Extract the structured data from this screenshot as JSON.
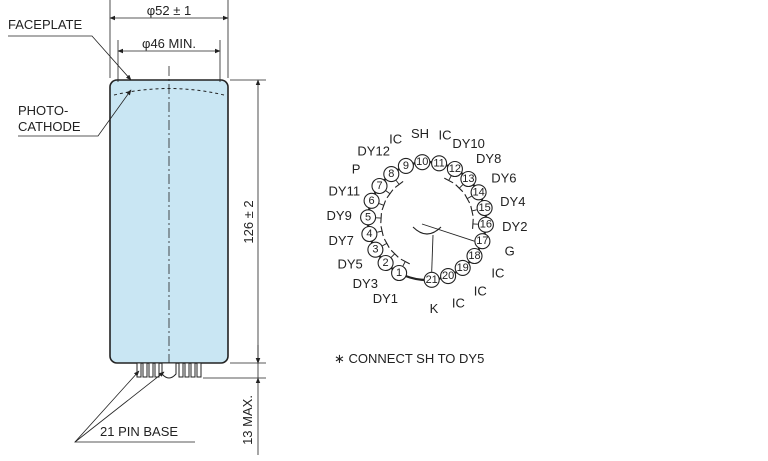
{
  "tube": {
    "faceplate_label": "FACEPLATE",
    "photocathode_label_1": "PHOTO-",
    "photocathode_label_2": "CATHODE",
    "pin_base_label": "21 PIN BASE",
    "dim_outer": "φ52 ± 1",
    "dim_inner": "φ46 MIN.",
    "dim_length": "126 ± 2",
    "dim_base": "13 MAX.",
    "body_color": "#c9e6f3"
  },
  "base_diagram": {
    "note": "∗ CONNECT SH TO DY5",
    "pins": [
      {
        "num": "1",
        "label": "DY1"
      },
      {
        "num": "2",
        "label": "DY3"
      },
      {
        "num": "3",
        "label": "DY5"
      },
      {
        "num": "4",
        "label": "DY7"
      },
      {
        "num": "5",
        "label": "DY9"
      },
      {
        "num": "6",
        "label": "DY11"
      },
      {
        "num": "7",
        "label": "P"
      },
      {
        "num": "8",
        "label": "DY12"
      },
      {
        "num": "9",
        "label": "IC"
      },
      {
        "num": "10",
        "label": "SH"
      },
      {
        "num": "11",
        "label": "IC"
      },
      {
        "num": "12",
        "label": "DY10"
      },
      {
        "num": "13",
        "label": "DY8"
      },
      {
        "num": "14",
        "label": "DY6"
      },
      {
        "num": "15",
        "label": "DY4"
      },
      {
        "num": "16",
        "label": "DY2"
      },
      {
        "num": "17",
        "label": "G"
      },
      {
        "num": "18",
        "label": "IC"
      },
      {
        "num": "19",
        "label": "IC"
      },
      {
        "num": "20",
        "label": "IC"
      },
      {
        "num": "21",
        "label": "K"
      }
    ]
  }
}
